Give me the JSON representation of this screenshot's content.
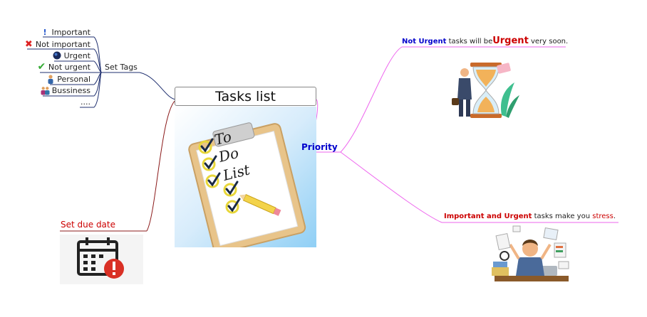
{
  "central_topic": {
    "title": "Tasks list",
    "image_text": [
      "To",
      "Do",
      "List"
    ]
  },
  "set_tags": {
    "label": "Set Tags",
    "items": [
      {
        "label": "Important",
        "icon": "exclamation-icon",
        "color": "#2255cc"
      },
      {
        "label": "Not important",
        "icon": "cross-icon",
        "color": "#dd2222"
      },
      {
        "label": "Urgent",
        "icon": "globe-icon",
        "color": "#1a3a6a"
      },
      {
        "label": "Not urgent",
        "icon": "checkmark-icon",
        "color": "#33aa33"
      },
      {
        "label": "Personal",
        "icon": "person-icon",
        "color": "#cc7733"
      },
      {
        "label": "Bussiness",
        "icon": "people-icon",
        "color": "#aa4488"
      },
      {
        "label": "....",
        "icon": "",
        "color": "#222"
      }
    ]
  },
  "set_due_date": {
    "label": "Set due date",
    "color": "#cc0000"
  },
  "priority": {
    "label": "Priority",
    "color": "#0000cc",
    "not_urgent_note": {
      "lead": "Not Urgent",
      "middle": " tasks will be",
      "emph": "Urgent",
      "tail": " very soon."
    },
    "important_urgent_note": {
      "lead": "Important and Urgent",
      "middle": " tasks make you",
      "emph": " stress",
      "tail": "."
    }
  },
  "colors": {
    "tags_branch": "#1f2f6f",
    "due_date_branch": "#8b1a1a",
    "priority_branch": "#ee66ee",
    "lead_blue": "#0000cc",
    "lead_red": "#cc0000"
  }
}
